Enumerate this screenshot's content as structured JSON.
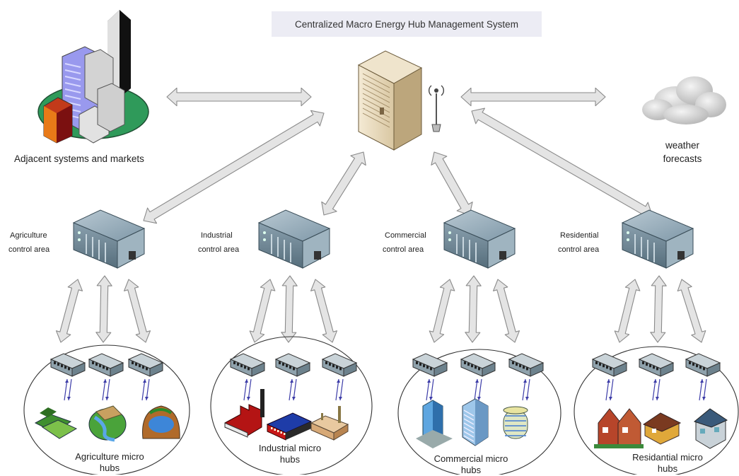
{
  "title": "Centralized Macro Energy  Hub Management System",
  "adjacent_label": "Adjacent systems and markets",
  "weather_label": [
    "weather",
    "forecasts"
  ],
  "areas": [
    {
      "control": [
        "Agriculture",
        "control area"
      ],
      "hub": [
        "Agriculture micro",
        "hubs"
      ]
    },
    {
      "control": [
        "Industrial",
        "control area"
      ],
      "hub": [
        "Industrial micro",
        "hubs"
      ]
    },
    {
      "control": [
        "Commercial",
        "control area"
      ],
      "hub": [
        "Commercial micro",
        "hubs"
      ]
    },
    {
      "control": [
        "Residential",
        "control area"
      ],
      "hub": [
        "Residantial micro",
        "hubs"
      ]
    }
  ],
  "colors": {
    "arrow_fill": "#e4e4e4",
    "arrow_stroke": "#8a8a8a",
    "server": "#e9dcc0",
    "rack": "#7e96a6",
    "island": "#2f9a5a"
  }
}
